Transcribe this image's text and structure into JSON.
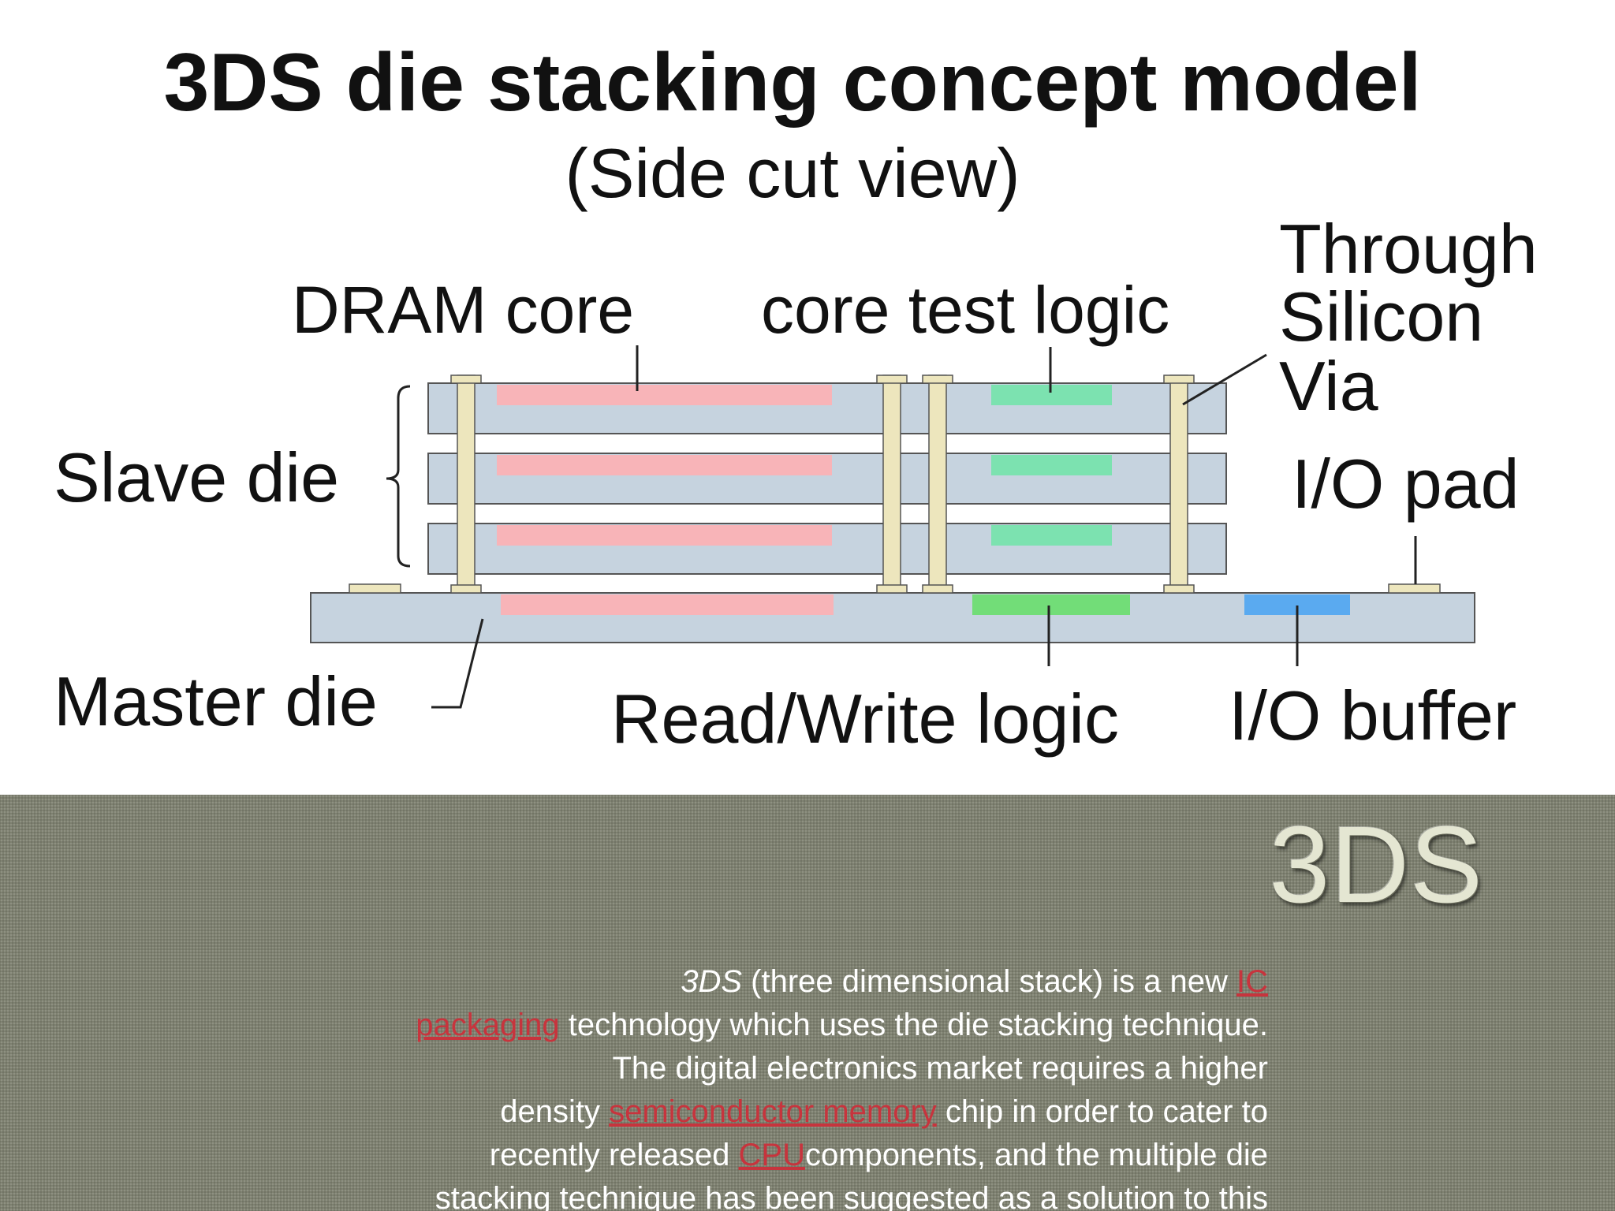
{
  "diagram": {
    "title": "3DS die stacking concept model",
    "subtitle": "(Side cut view)",
    "labels": {
      "dram_core": "DRAM core",
      "core_test_logic": "core test logic",
      "tsv_line1": "Through",
      "tsv_line2": "Silicon",
      "tsv_line3": "Via",
      "io_pad": "I/O pad",
      "slave_die": "Slave die",
      "master_die": "Master die",
      "read_write_logic": "Read/Write logic",
      "io_buffer": "I/O buffer"
    },
    "colors": {
      "die_fill": "#c6d3df",
      "die_stroke": "#555555",
      "dram_core": "#f8b4b8",
      "core_test_logic": "#7ce2b0",
      "read_write_logic": "#72dd78",
      "io_buffer": "#5aaaf0",
      "via": "#ede6bd",
      "pad": "#ede6bd"
    }
  },
  "section": {
    "heading": "3DS",
    "paragraph": {
      "term": "3DS",
      "t1": " (three dimensional stack) is a new ",
      "link_ic": "IC",
      "link_packaging": "packaging",
      "t2": " technology which uses the die stacking technique.",
      "t3": "The digital electronics market requires a higher",
      "t4": "density ",
      "link_memory": "semiconductor memory",
      "t5": " chip in order to cater to",
      "t6": "recently released ",
      "link_cpu": "CPU",
      "t7": "components, and the multiple die",
      "t8": "stacking technique has been suggested as a solution to this"
    },
    "colors": {
      "background": "#7e8170",
      "heading": "#e4e6d2",
      "text": "#ffffff",
      "link": "#c7343d"
    }
  }
}
